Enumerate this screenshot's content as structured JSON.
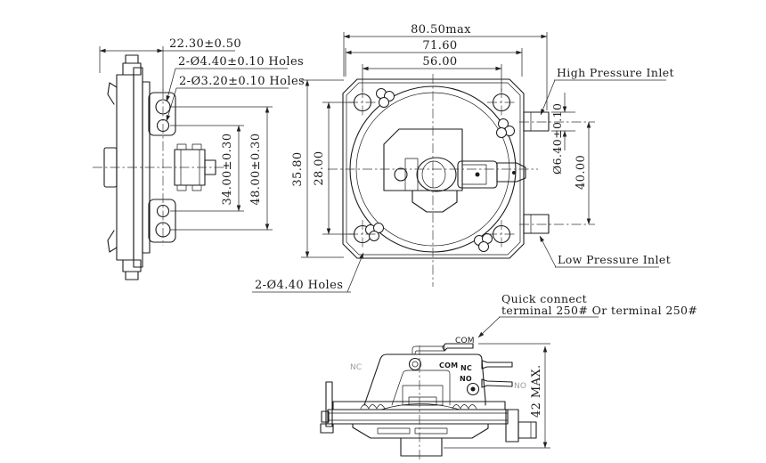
{
  "drawing": {
    "background": "#ffffff",
    "line_color": "#1b1b1b",
    "gray_label_color": "#9c9c9c",
    "dims": {
      "bracket_offset": "22.30±0.50",
      "holes_440_side": "2-Ø4.40±0.10 Holes",
      "holes_320_side": "2-Ø3.20±0.10 Holes",
      "hole_span_34": "34.00±0.30",
      "hole_span_48": "48.00±0.30",
      "overall_width": "80.50max",
      "body_width": "71.60",
      "hole_pitch_h": "56.00",
      "body_height": "35.80",
      "hole_pitch_v": "28.00",
      "port_diameter": "Ø6.40±0.10",
      "port_pitch": "40.00",
      "mount_holes_front": "2-Ø4.40 Holes",
      "overall_height": "42 MAX."
    },
    "labels": {
      "high_inlet": "High Pressure Inlet",
      "low_inlet": "Low Pressure Inlet",
      "quick_connect_line1": "Quick connect",
      "quick_connect_line2": "terminal 250# Or terminal 250#",
      "com_terminal": "COM",
      "nc_left": "NC",
      "com_body": "COM",
      "nc_body": "NC",
      "no_body": "NO",
      "no_right": "NO"
    }
  }
}
